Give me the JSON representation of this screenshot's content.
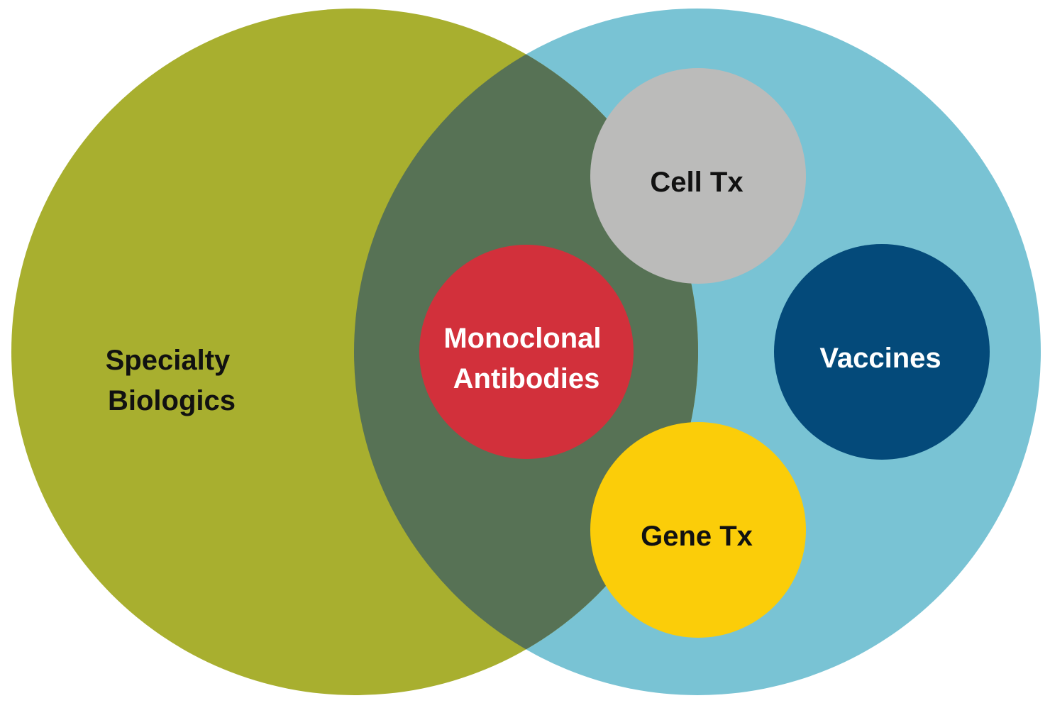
{
  "diagram": {
    "type": "venn",
    "big_circles": [
      {
        "id": "left",
        "label_lines": [
          "Specialty",
          "Biologics"
        ],
        "color": "#A8AF2F",
        "text_color": "#111111"
      },
      {
        "id": "right",
        "label_lines": [],
        "color": "#79C3D4",
        "text_color": "#111111"
      }
    ],
    "overlap_color": "#577255",
    "small_circles": [
      {
        "id": "mab",
        "label_lines": [
          "Monoclonal",
          "Antibodies"
        ],
        "color": "#D2303B",
        "text_color": "#FFFFFF"
      },
      {
        "id": "cell",
        "label_lines": [
          "Cell Tx"
        ],
        "color": "#BBBBBA",
        "text_color": "#111111"
      },
      {
        "id": "vaccines",
        "label_lines": [
          "Vaccines"
        ],
        "color": "#044A7A",
        "text_color": "#FFFFFF"
      },
      {
        "id": "gene",
        "label_lines": [
          "Gene Tx"
        ],
        "color": "#FBCD09",
        "text_color": "#111111"
      }
    ]
  }
}
